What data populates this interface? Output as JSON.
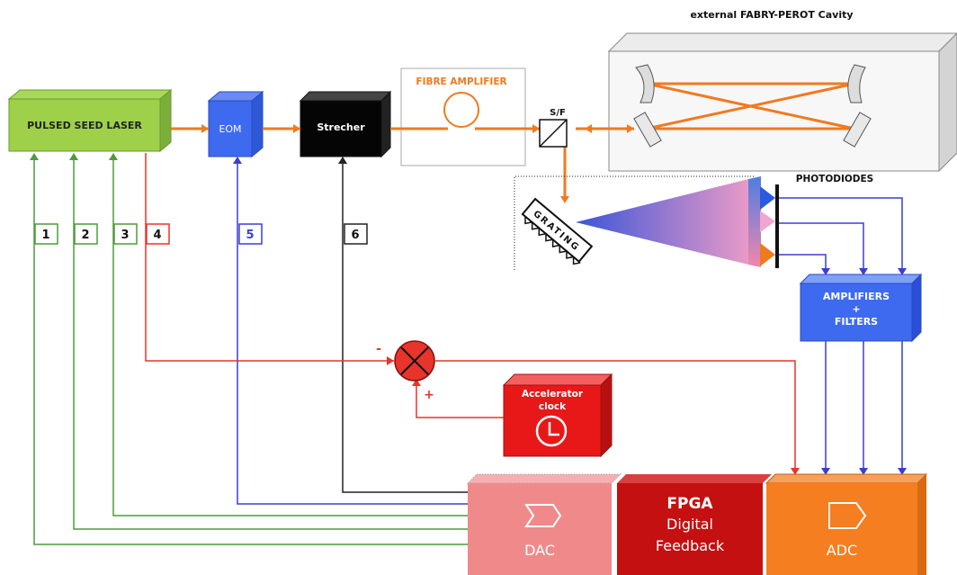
{
  "title": "external FABRY-PEROT Cavity",
  "blocks": {
    "seed_laser": "PULSED SEED LASER",
    "eom": "EOM",
    "strecher": "Strecher",
    "fibre_amplifier": "FIBRE AMPLIFIER",
    "splitter": "S/F",
    "grating": "GRATING",
    "photodiodes": "PHOTODIODES",
    "amplifiers_line1": "AMPLIFIERS",
    "amplifiers_line2": "+",
    "amplifiers_line3": "FILTERS",
    "accel_line1": "Accelerator",
    "accel_line2": "clock",
    "dac": "DAC",
    "fpga_line1": "FPGA",
    "fpga_line2": "Digital",
    "fpga_line3": "Feedback",
    "adc": "ADC"
  },
  "channels": [
    "1",
    "2",
    "3",
    "4",
    "5",
    "6"
  ],
  "signs": {
    "minus": "-",
    "plus": "+"
  },
  "colors": {
    "green": "#4f9a3c",
    "red": "#e8342a",
    "blue": "#3a3fd0",
    "orange": "#f07a20",
    "black": "#222222"
  }
}
